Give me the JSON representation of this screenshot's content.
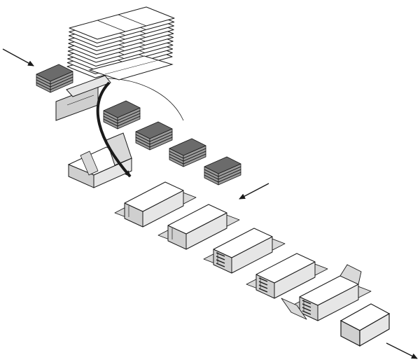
{
  "colors": {
    "background": "#ffffff",
    "stroke": "#1a1a1a",
    "carton_top": "#ffffff",
    "carton_left": "#cfcfcf",
    "carton_right": "#e6e6e6",
    "flap": "#d9d9d9",
    "stack_top": "#6b6b6b",
    "stack_side": "#9a9a9a"
  },
  "icons": {
    "flow_arrow": "arrow-icon",
    "transfer_arrow": "curved-arrow-icon"
  },
  "process": {
    "blank_magazine_sheets": 11,
    "product_stacks_on_conveyor": 5,
    "product_layers_per_stack": 4,
    "cartons_on_line": 5,
    "finished_cartons": 1
  }
}
